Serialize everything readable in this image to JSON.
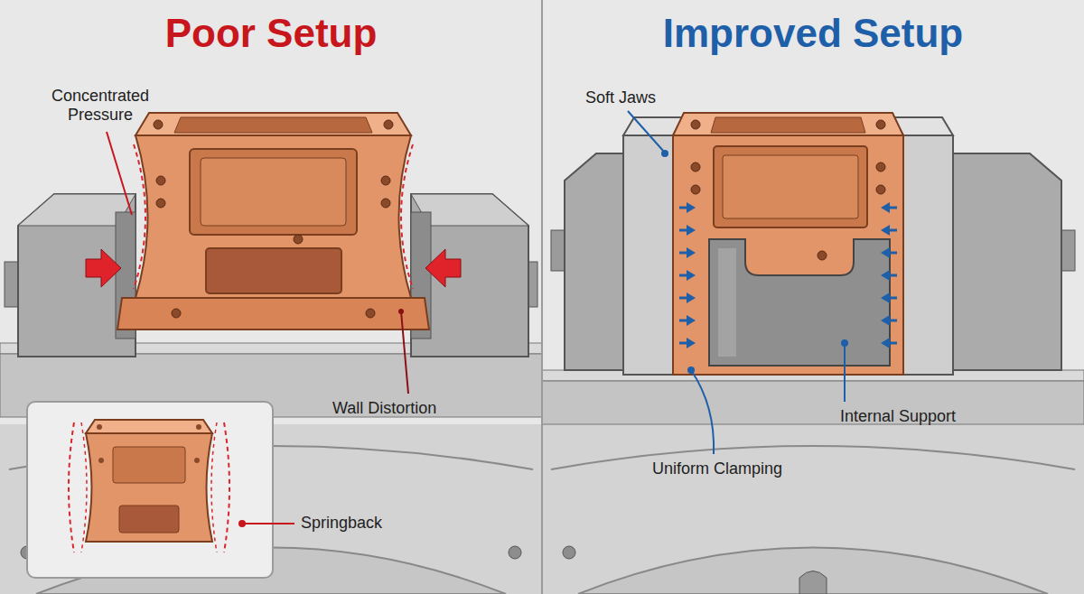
{
  "diagram": {
    "nodes": [
      {
        "text": [
          "Poor Setup"
        ]
      },
      {
        "text": [
          "Improved Setup"
        ]
      }
    ],
    "labels": [
      "Concentrated Pressure",
      "Wall Distortion",
      "Springback",
      "Soft Jaws",
      "Internal Support",
      "Uniform Clamping"
    ]
  }
}
